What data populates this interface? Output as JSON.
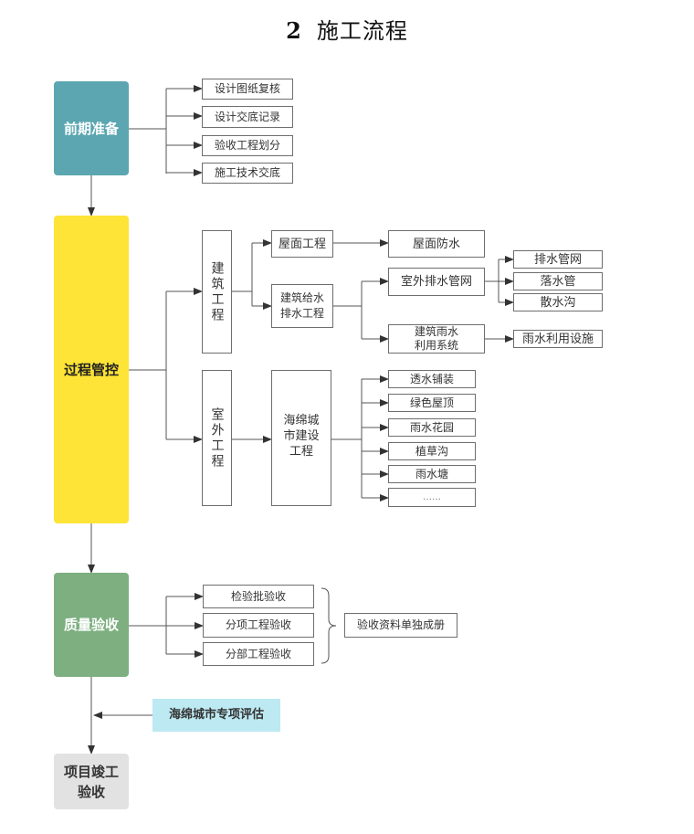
{
  "title": {
    "number": "2",
    "text": "施工流程"
  },
  "colors": {
    "prep": "#5BA6B1",
    "process": "#FDE436",
    "quality": "#7DAF80",
    "final": "#E2E2E2",
    "assessment": "#BDE9F2",
    "prep_region": "#DFF2F7",
    "process_region": "#FEF7D0",
    "quality_region": "#E9F4EB"
  },
  "stages": {
    "prep": "前期准备",
    "process": "过程管控",
    "quality": "质量验收",
    "final": "项目竣工验收",
    "assessment": "海绵城市专项评估"
  },
  "prep_items": [
    "设计图纸复核",
    "设计交底记录",
    "验收工程划分",
    "施工技术交底"
  ],
  "process": {
    "building": {
      "label": "建筑工程",
      "roof": {
        "label": "屋面工程",
        "child": "屋面防水"
      },
      "water": {
        "label": "建筑给水排水工程",
        "outdoor_drain": {
          "label": "室外排水管网",
          "children": [
            "排水管网",
            "落水管",
            "散水沟"
          ]
        },
        "rain_system": {
          "label": "建筑雨水利用系统",
          "child": "雨水利用设施"
        }
      }
    },
    "outdoor": {
      "label": "室外工程",
      "sponge": {
        "label": "海绵城市建设工程",
        "children": [
          "透水铺装",
          "绿色屋顶",
          "雨水花园",
          "植草沟",
          "雨水塘",
          "……"
        ]
      }
    }
  },
  "quality_items": [
    "检验批验收",
    "分项工程验收",
    "分部工程验收"
  ],
  "quality_result": "验收资料单独成册"
}
